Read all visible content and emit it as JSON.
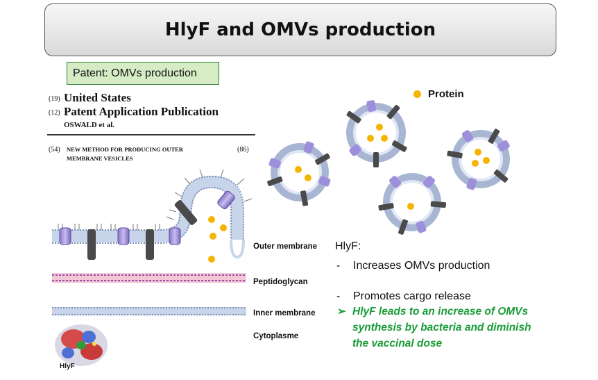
{
  "title": "HlyF and OMVs production",
  "patent": {
    "label": "Patent: OMVs production",
    "num19": "(19)",
    "country": "United States",
    "num12": "(12)",
    "pubtype": "Patent Application Publication",
    "inventor": "OSWALD et al.",
    "num54": "(54)",
    "title_line1": "NEW METHOD FOR PRODUCING OUTER",
    "title_line2": "MEMBRANE VESICLES",
    "num86": "(86)"
  },
  "diagram": {
    "outer_membrane": "Outer membrane",
    "peptidoglycan": "Peptidoglycan",
    "inner_membrane": "Inner membrane",
    "cytoplasme": "Cytoplasme",
    "protein_label": "HlyF"
  },
  "legend": {
    "protein": "Protein",
    "protein_color": "#f5b400"
  },
  "hlyf": {
    "heading": "HlyF:",
    "bullet1": "Increases OMVs production",
    "bullet2": "Promotes cargo release",
    "dash": "-"
  },
  "conclusion": {
    "arrow": "➢",
    "line1": "HlyF leads to an increase of OMVs",
    "line2": "synthesis by bacteria and diminish",
    "line3": "the vaccinal dose",
    "color": "#1a9c39"
  }
}
